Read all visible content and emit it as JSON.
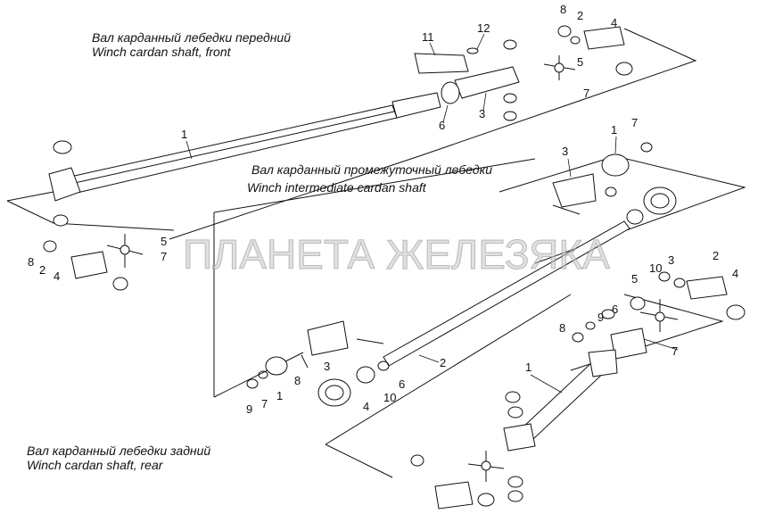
{
  "groups": {
    "front": {
      "title_ru": "Вал карданный лебедки передний",
      "title_en": "Winch cardan shaft, front"
    },
    "intermediate": {
      "title_ru": "Вал карданный промежуточный лебедки",
      "title_en": "Winch intermediate cardan shaft"
    },
    "rear": {
      "title_ru": "Вал карданный лебедки задний",
      "title_en": "Winch cardan shaft, rear"
    }
  },
  "watermark": "ПЛАНЕТА ЖЕЛЕЗЯКА",
  "part_labels": [
    "1",
    "11",
    "12",
    "6",
    "3",
    "8",
    "2",
    "4",
    "5",
    "7",
    "8",
    "2",
    "4",
    "5",
    "7",
    "3",
    "1",
    "7",
    "2",
    "3",
    "8",
    "1",
    "7",
    "9",
    "4",
    "10",
    "6",
    "10",
    "3",
    "2",
    "4",
    "5",
    "6",
    "9",
    "8",
    "7",
    "1"
  ]
}
